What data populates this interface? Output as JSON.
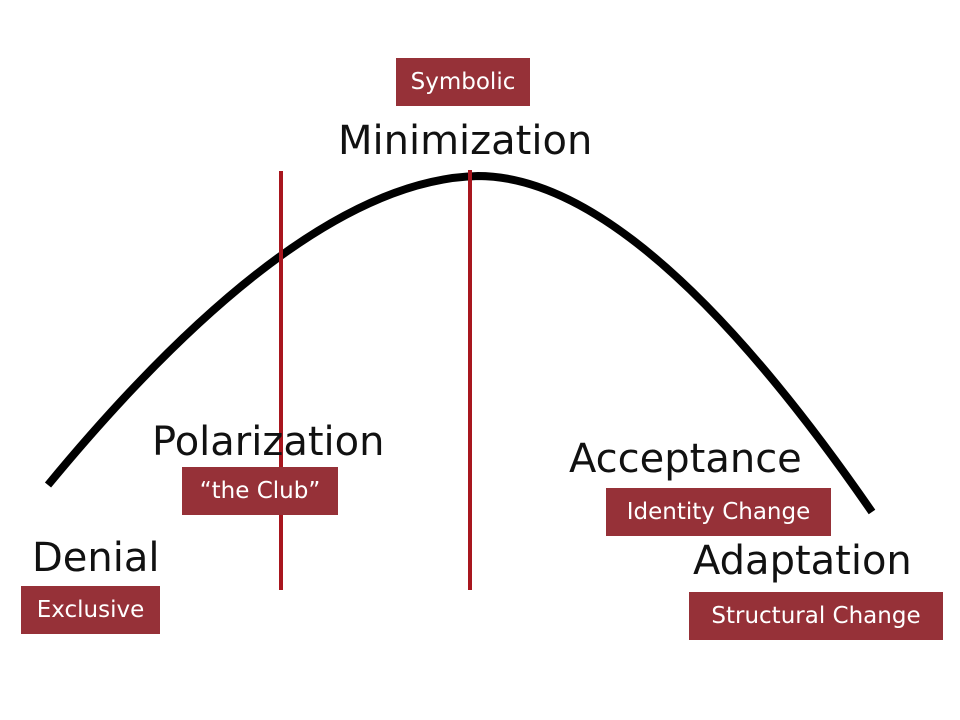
{
  "colors": {
    "tag_background": "#963138",
    "divider_line": "#a8161e",
    "curve": "#000000",
    "text": "#111111"
  },
  "stages": {
    "denial": {
      "label": "Denial",
      "tag": "Exclusive"
    },
    "polarization": {
      "label": "Polarization",
      "tag": "“the Club”"
    },
    "minimization": {
      "label": "Minimization",
      "tag": "Symbolic"
    },
    "acceptance": {
      "label": "Acceptance",
      "tag": "Identity Change"
    },
    "adaptation": {
      "label": "Adaptation",
      "tag": "Structural Change"
    }
  }
}
